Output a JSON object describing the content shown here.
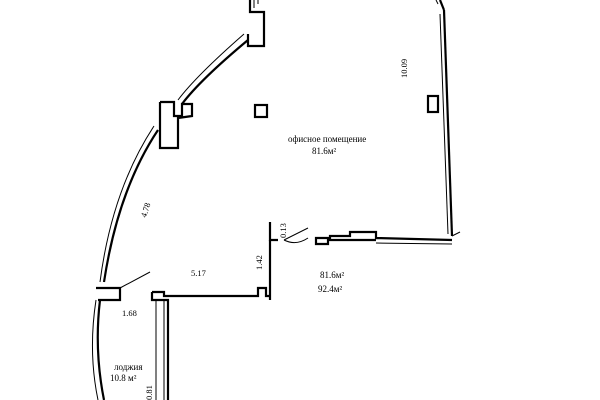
{
  "rooms": {
    "office_name": "офисное помещение",
    "office_area": "81.6м²",
    "area_total_1": "81.6м²",
    "area_total_2": "92.4м²",
    "loggia_name": "лоджия",
    "loggia_area": "10.8 м²"
  },
  "dimensions": {
    "right_wall": "10.09",
    "curved_wall": "4.78",
    "bottom_wall": "5.17",
    "partition_height": "1.42",
    "partition_top": "0.13",
    "loggia_width": "1.68",
    "loggia_bottom": "0.81"
  },
  "colors": {
    "line": "#000000",
    "background": "#ffffff"
  }
}
